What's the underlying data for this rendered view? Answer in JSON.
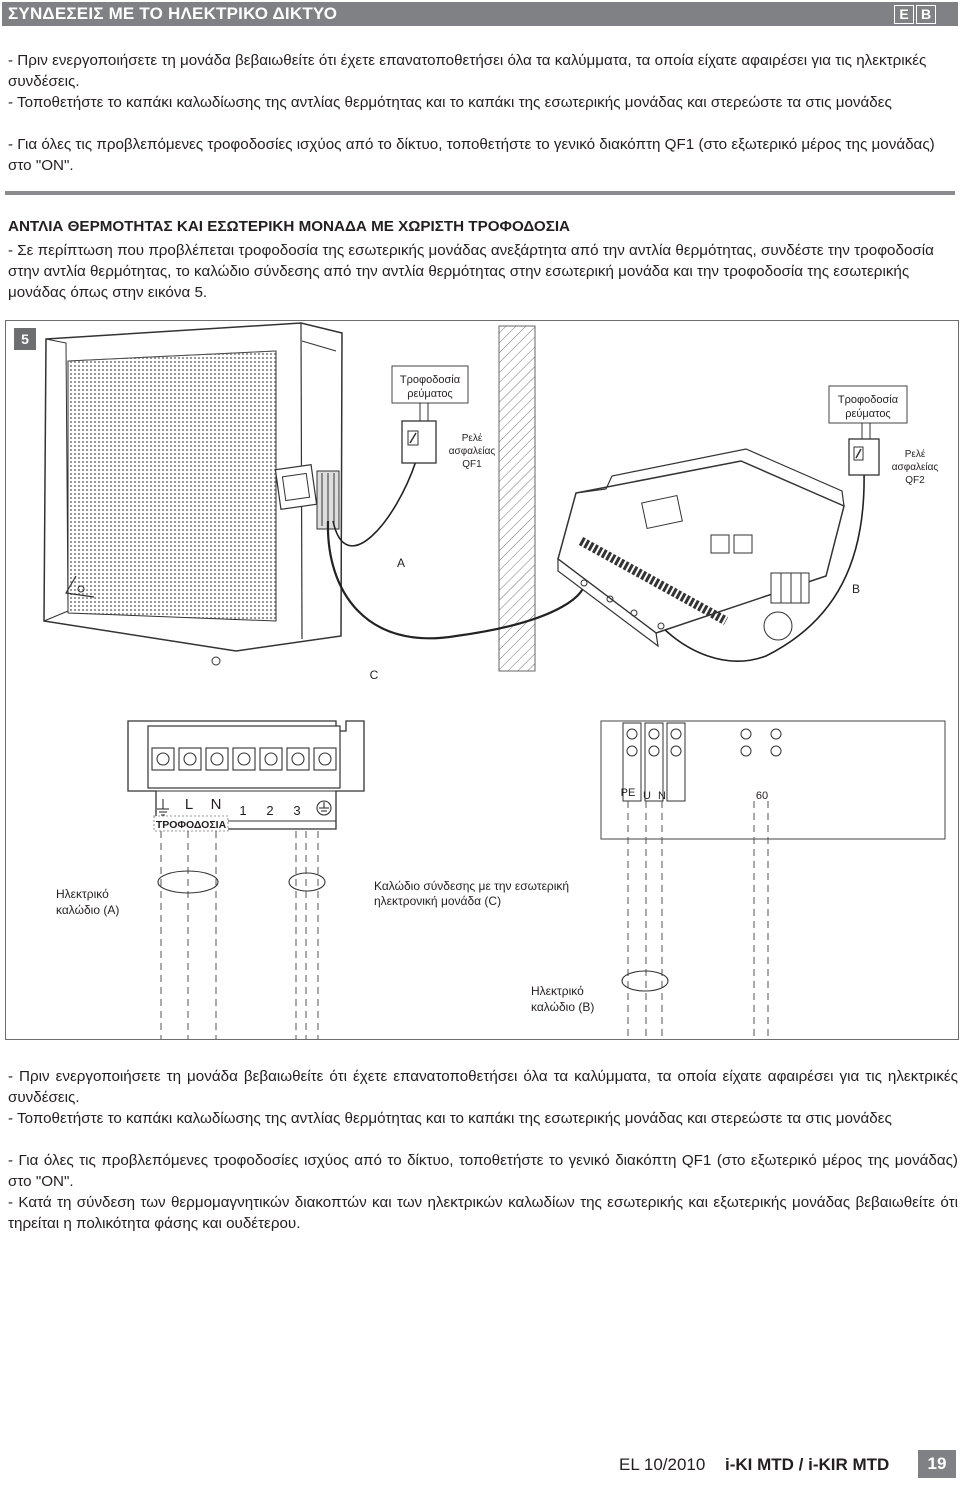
{
  "header": {
    "title": "ΣΥΝΔΕΣΕΙΣ ΜΕ ΤΟ ΗΛΕΚΤΡΙΚΟ ΔΙΚΤΥΟ",
    "lang_1": "E",
    "lang_2": "B"
  },
  "top_notes": {
    "p1": "- Πριν ενεργοποιήσετε τη μονάδα βεβαιωθείτε ότι έχετε επανατοποθετήσει όλα τα καλύμματα, τα οποία είχατε αφαιρέσει για τις ηλεκτρικές συνδέσεις.",
    "p2": "- Τοποθετήστε το καπάκι καλωδίωσης της αντλίας θερμότητας και το καπάκι της εσωτερικής μονάδας και στερεώστε τα στις μονάδες",
    "p3": "- Για όλες τις προβλεπόμενες τροφοδοσίες ισχύος από το δίκτυο, τοποθετήστε το γενικό διακόπτη QF1 (στο εξωτερικό μέρος της μονάδας) στο \"ON\"."
  },
  "section": {
    "title": "ΑΝΤΛΙΑ ΘΕΡΜΟΤΗΤΑΣ ΚΑΙ ΕΣΩΤΕΡΙΚΗ ΜΟΝΑΔΑ ΜΕ ΧΩΡΙΣΤΗ ΤΡΟΦΟΔΟΣΙΑ",
    "body": "- Σε περίπτωση που προβλέπεται τροφοδοσία της εσωτερικής μονάδας ανεξάρτητα από την αντλία θερμότητας, συνδέστε την τροφοδοσία στην αντλία θερμότητας, το καλώδιο σύνδεσης από την αντλία θερμότητας στην εσωτερική μονάδα και την τροφοδοσία της εσωτερικής μονάδας όπως στην εικόνα 5."
  },
  "figure": {
    "number": "5",
    "supply_1_line1": "Τροφοδοσία",
    "supply_1_line2": "ρεύματος",
    "relay_1_line1": "Ρελέ",
    "relay_1_line2": "ασφαλείας",
    "relay_1_line3": "QF1",
    "supply_2_line1": "Τροφοδοσία",
    "supply_2_line2": "ρεύματος",
    "relay_2_line1": "Ρελέ",
    "relay_2_line2": "ασφαλείας",
    "relay_2_line3": "QF2",
    "label_a": "A",
    "label_b": "B",
    "label_c": "C",
    "terminal_l": "L",
    "terminal_n": "N",
    "terminal_1": "1",
    "terminal_2": "2",
    "terminal_3": "3",
    "power_label": "ΤΡΟΦΟΔΟΣΙΑ",
    "terminal_pe": "PE",
    "terminal_u": "U",
    "terminal_n2": "N",
    "terminal_60": "60",
    "cable_a_line1": "Ηλεκτρικό",
    "cable_a_line2": "καλώδιο (A)",
    "cable_c_line1": "Καλώδιο σύνδεσης με την εσωτερική",
    "cable_c_line2": "ηλεκτρονική μονάδα (C)",
    "cable_b_line1": "Ηλεκτρικό",
    "cable_b_line2": "καλώδιο (B)"
  },
  "bottom_notes": {
    "p1": "- Πριν ενεργοποιήσετε τη μονάδα βεβαιωθείτε ότι έχετε επανατοποθετήσει όλα τα καλύμματα, τα οποία είχατε αφαιρέσει για τις ηλεκτρικές συνδέσεις.",
    "p2": "- Τοποθετήστε το καπάκι καλωδίωσης της αντλίας θερμότητας και το καπάκι της εσωτερικής μονάδας και στερεώστε τα στις μονάδες",
    "p3": "- Για όλες τις προβλεπόμενες τροφοδοσίες ισχύος από το δίκτυο, τοποθετήστε το γενικό διακόπτη QF1 (στο εξωτερικό μέρος της μονάδας) στο \"ON\".",
    "p4": "- Κατά τη σύνδεση των θερμομαγνητικών διακοπτών και των ηλεκτρικών καλωδίων της εσωτερικής και εξωτερικής μονάδας βεβαιωθείτε ότι τηρείται η πολικότητα φάσης και ουδέτερου."
  },
  "footer": {
    "edition": "EL 10/2010",
    "model": "i-KI MTD / i-KIR MTD",
    "page": "19"
  }
}
